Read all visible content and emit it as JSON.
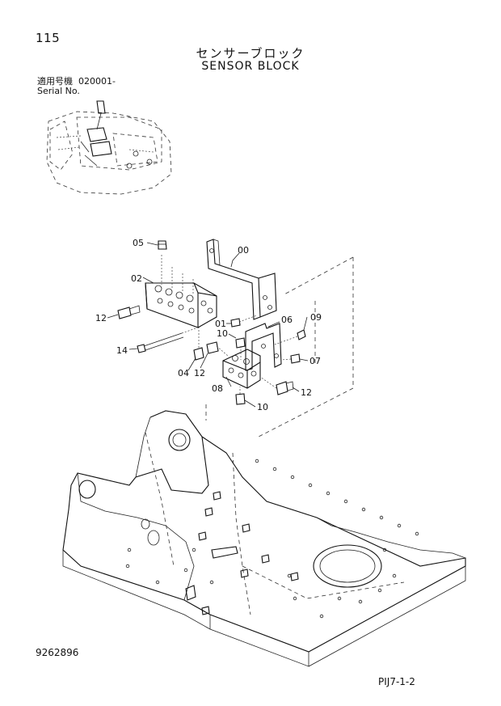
{
  "page_number": "115",
  "title_jp": "センサーブロック",
  "title_en": "SENSOR BLOCK",
  "serial": {
    "label_jp": "適用号機",
    "value": "020001-",
    "label_en": "Serial No."
  },
  "callouts": {
    "c00": "00",
    "c01": "01",
    "c02": "02",
    "c04": "04",
    "c05": "05",
    "c06": "06",
    "c07": "07",
    "c08": "08",
    "c09": "09",
    "c10a": "10",
    "c10b": "10",
    "c12a": "12",
    "c12b": "12",
    "c12c": "12",
    "c14": "14"
  },
  "document_number": "9262896",
  "sheet_code": "PIJ7-1-2"
}
